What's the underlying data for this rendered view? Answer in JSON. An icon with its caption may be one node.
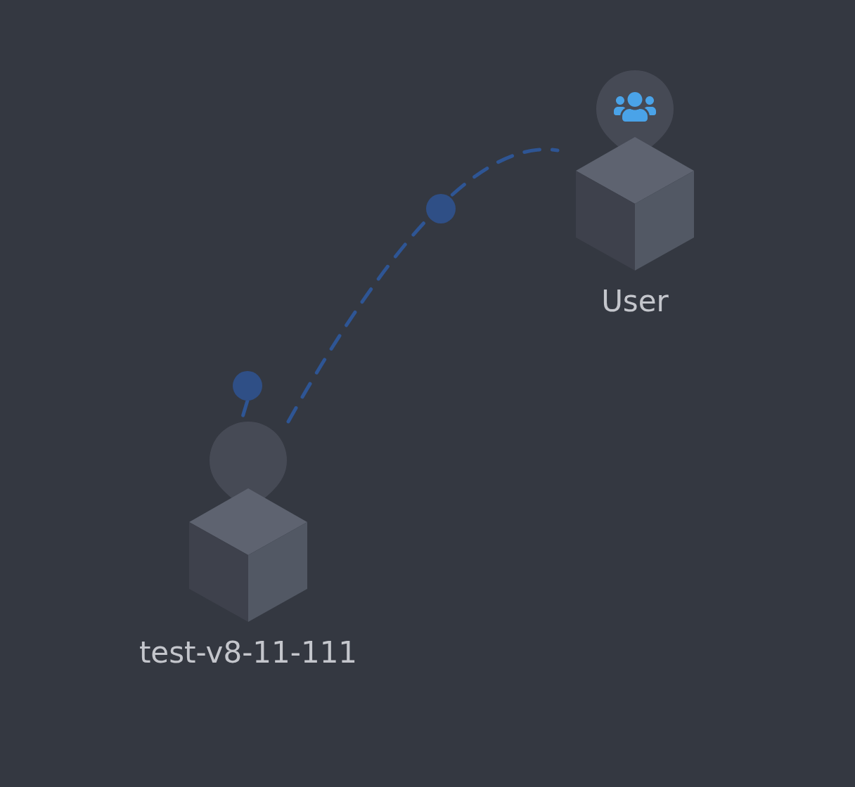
{
  "diagram": {
    "nodes": [
      {
        "text": [
          "User"
        ]
      },
      {
        "text": [
          "test-v8-11-111"
        ]
      },
      {
        "text": [],
        "shape": "circle"
      }
    ],
    "edges": [
      {
        "from": 1,
        "to": 0,
        "arrow": "none",
        "style": "dashed"
      },
      {
        "from": 2,
        "to": 1,
        "arrow": "none",
        "style": "dashed"
      }
    ]
  }
}
